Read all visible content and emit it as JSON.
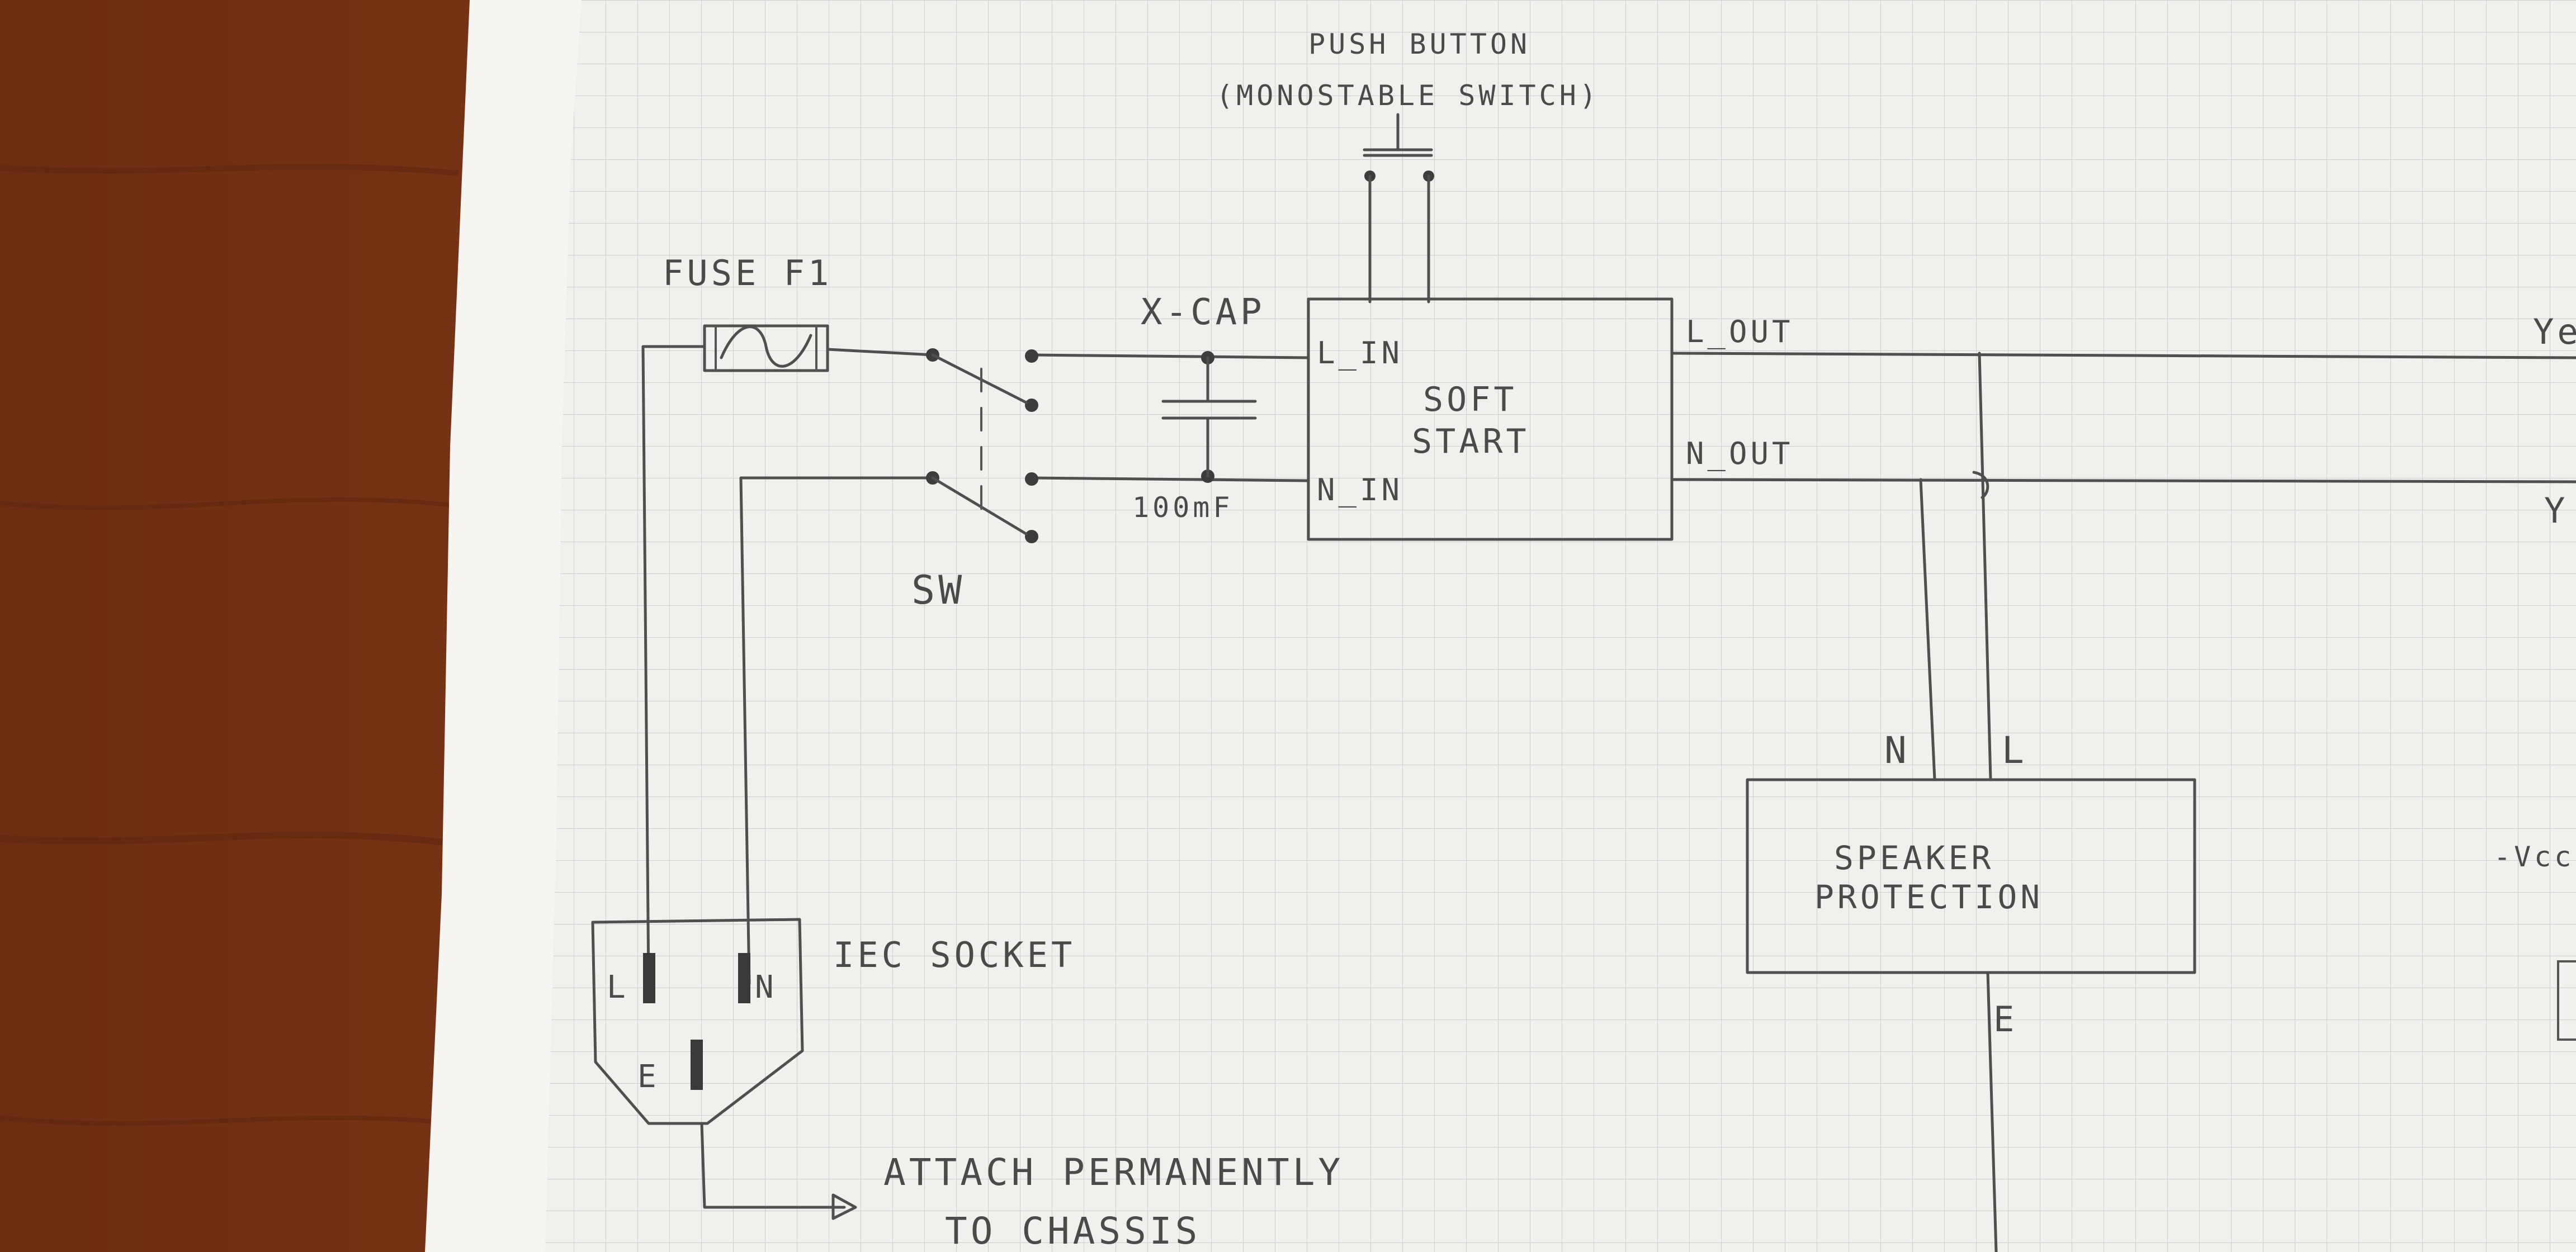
{
  "colors": {
    "wood": "#7a3416",
    "paper": "#f3f2ee",
    "grid": "#c9ccd0",
    "pencil": "#4a4a4a"
  },
  "labels": {
    "push_button_title": "PUSH BUTTON",
    "push_button_sub": "(MONOSTABLE SWITCH)",
    "fuse": "FUSE F1",
    "x_cap": "X-CAP",
    "cap_value": "100mF",
    "switch": "SW",
    "soft_start_line1": "SOFT",
    "soft_start_line2": "START",
    "l_in": "L_IN",
    "n_in": "N_IN",
    "l_out": "L_OUT",
    "n_out": "N_OUT",
    "iec_socket": "IEC SOCKET",
    "iec_l": "L",
    "iec_n": "N",
    "iec_e": "E",
    "speaker_line1": "SPEAKER",
    "speaker_line2": "PROTECTION",
    "sp_n": "N",
    "sp_l": "L",
    "sp_e": "E",
    "attach_line1": "ATTACH PERMANENTLY",
    "attach_line2": "TO CHASSIS",
    "edge_y1": "Ye",
    "edge_y2": "Y",
    "edge_vcc": "-Vcc"
  }
}
